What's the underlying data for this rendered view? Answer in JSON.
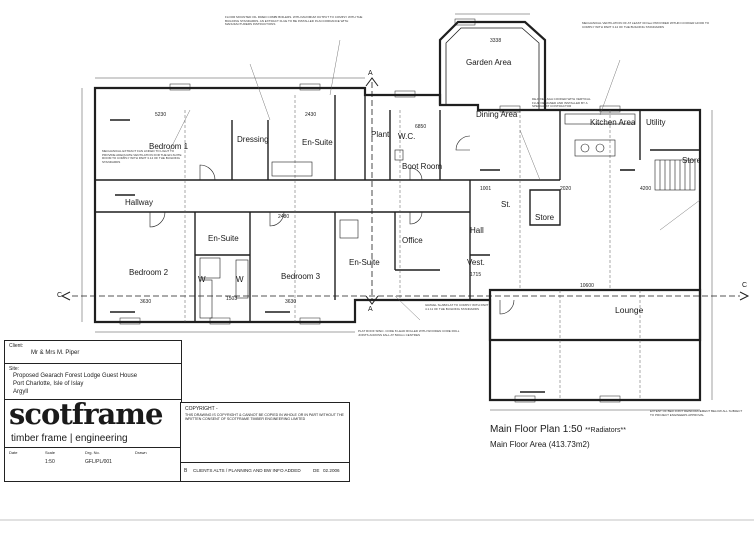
{
  "plan": {
    "title": "Main Floor Plan 1:50",
    "title_note": "**Radiators**",
    "area": "Main Floor Area (413.73m2)"
  },
  "rooms": {
    "garden_area": "Garden Area",
    "dining_area": "Dining Area",
    "kitchen_area": "Kitchen Area",
    "utility": "Utility",
    "store_right": "Store",
    "bedroom1": "Bedroom 1",
    "dressing": "Dressing",
    "ensuite_top": "En-Suite",
    "plant": "Plant",
    "wc": "W.C.",
    "boot_room": "Boot Room",
    "hallway": "Hallway",
    "ensuite_left": "En-Suite",
    "bedroom2": "Bedroom 2",
    "w_left": "W",
    "w_right": "W",
    "bedroom3": "Bedroom 3",
    "ensuite_mid": "En-Suite",
    "office": "Office",
    "hall": "Hall",
    "st": "St.",
    "store_mid": "Store",
    "vest": "Vest.",
    "lounge": "Lounge"
  },
  "dimensions": {
    "d3338": "3338",
    "d5230": "5230",
    "d2430": "2430",
    "d6850": "6850",
    "d2480": "2480",
    "d1503": "1503",
    "d3630a": "3630",
    "d3630b": "3630",
    "d1001": "1001",
    "d1715": "1715",
    "d10600": "10600",
    "d2020": "2020",
    "d4200": "4200"
  },
  "section_markers": {
    "a_top": "A",
    "a_bottom": "A",
    "c_left": "C",
    "c_right": "C"
  },
  "titleblock": {
    "client_label": "Client:",
    "client": "Mr & Mrs M. Piper",
    "site_label": "Site:",
    "site_line1": "Proposed Gearach Forest Lodge Guest House",
    "site_line2": "Port Charlotte, Isle of Islay",
    "site_line3": "Argyll",
    "logo_main": "scotframe",
    "logo_sub1": "timber frame",
    "logo_sub2": "engineering",
    "copyright_head": "COPYRIGHT -",
    "copyright_body": "THIS DRAWING IS COPYRIGHT & CANNOT BE COPIED IN WHOLE OR IN PART WITHOUT THE WRITTEN CONSENT OF SCOTFRAME TIMBER ENGINEERING LIMITED",
    "rev_text": "CLIENTS ALTS / PLANNING AND BW INFO ADDED",
    "rev_by": "DE",
    "rev_date": "02.2006",
    "rev_letter": "B",
    "date_label": "Date",
    "scale_label": "Scale",
    "drawn_label": "Drawn",
    "scale_val": "1:50",
    "drg_label": "Drg. No.",
    "drg_val": "GFL/PL/001"
  },
  "notes": {
    "n_top": "FLOOR MOUNTED OIL FIRED COMBI BOILERS. WITH MAXIMUM OUTPUT TO COMPLY WITH THE BUILDING STANDARDS. AN EXTRACT FLUE TO BE INSTALLED IN ACCORDANCE WITH MANUFACTURERS INSTRUCTIONS",
    "n_right": "MECHANICAL VENTILATION OF AT LEAST 30 l/sec PROVIDED WITHIN COOKER HOOD TO COMPLY WITH PART 3.14 OF THE BUILDING STANDARDS",
    "n_mid": "DE-FIXED AGA COOKER WITH VERTICAL FLUE DESIGNED AND INSTALLED BY A SPECIALIST CONTRACTOR",
    "n_bedroom": "MECHANICAL EXTRACT FAN LINKED TO LIGHT TO PROVIDE ADEQUATE VENTILATION FOR THE EN-SUITE ROOM TO COMPLY WITH PART 3.14 OF THE BUILDING STANDARDS",
    "n_plat": "PLAT ROOF SPEC. CODE 8 LEAD ROLLED WITH WOODEN CORE ROLL JOINTS ACROSS FALL AT 500mm CENTRES",
    "n_flat": "GRAVEL SLAB/FLAT TO COMPLY WITH PART 4.1.11 OF THE BUILDING STANDARDS",
    "n_lounge": "EXTENT OF BED JOINT REINFORCEMENT BELOW ALL SUBJECT TO PROJECT ENGINEERS APPROVAL"
  }
}
